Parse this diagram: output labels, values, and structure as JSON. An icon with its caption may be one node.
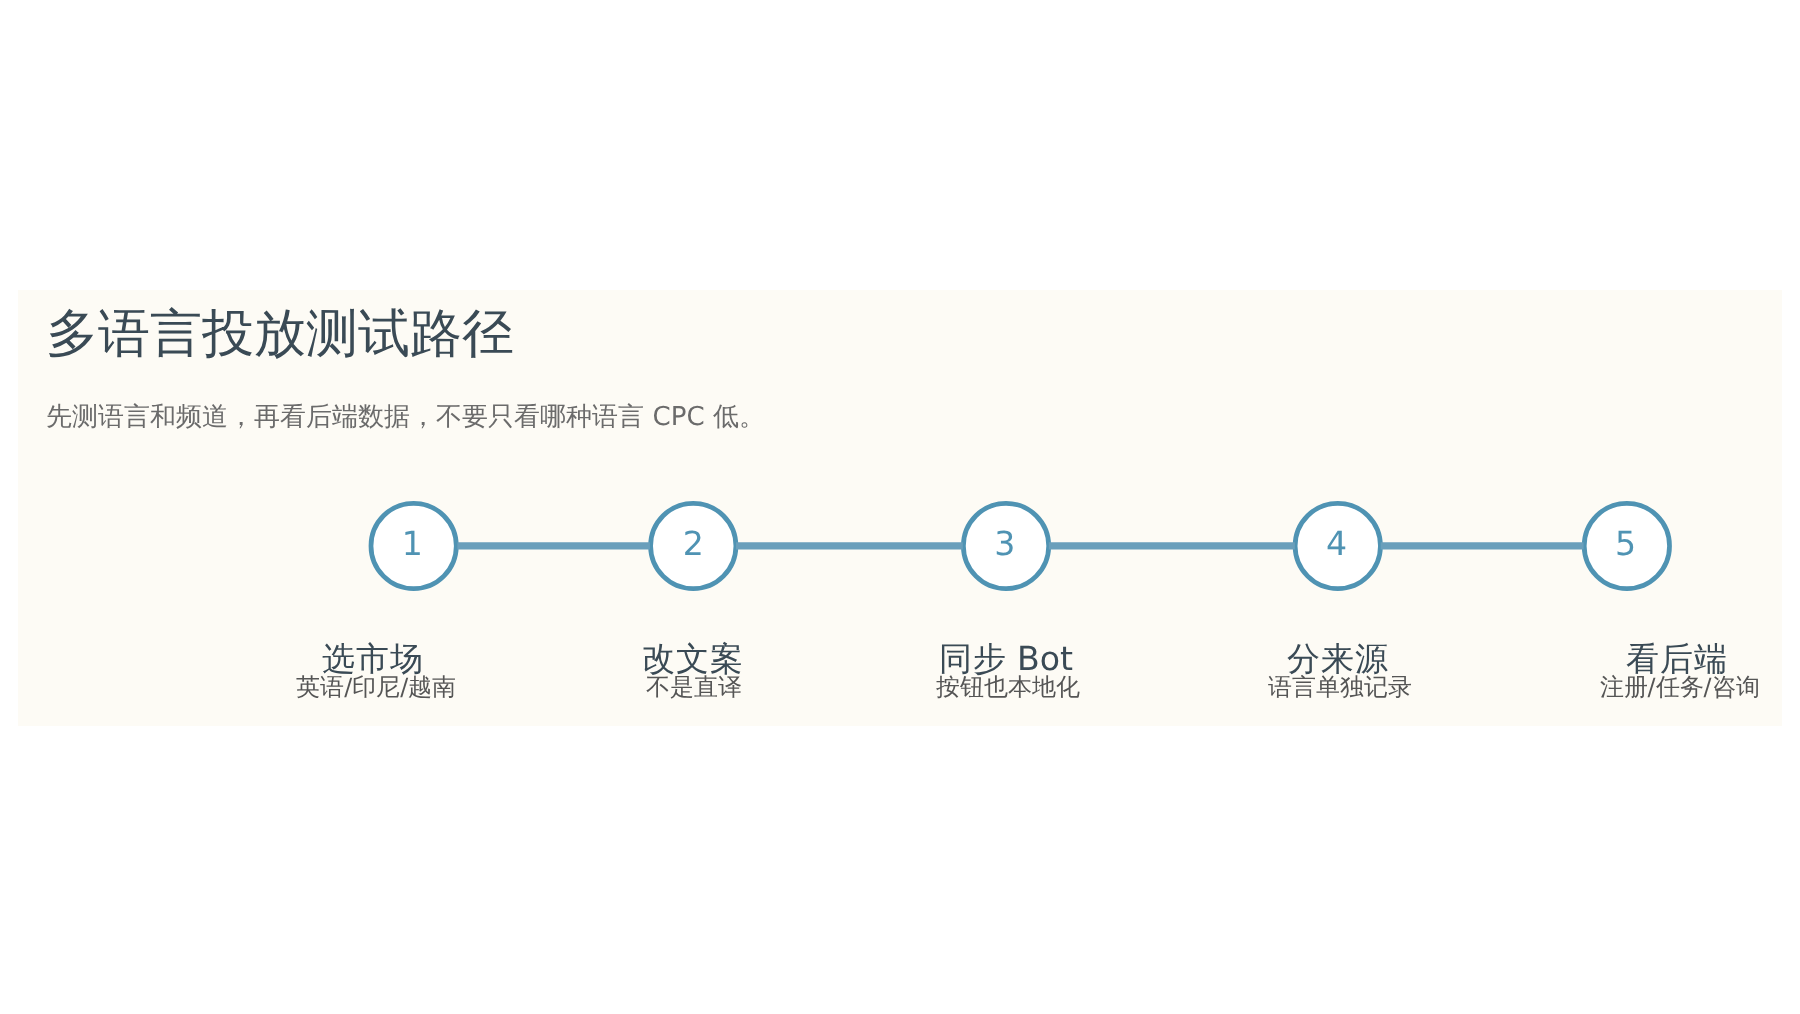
{
  "diagram": {
    "title": "多语言投放测试路径",
    "nodes": [
      {
        "text": [
          "1"
        ],
        "beside": [
          "选市场",
          "英语/印尼/越南"
        ]
      },
      {
        "text": [
          "2"
        ],
        "beside": [
          "改文案",
          "不是直译"
        ]
      },
      {
        "text": [
          "3"
        ],
        "beside": [
          "同步 Bot",
          "按钮也本地化"
        ]
      },
      {
        "text": [
          "4"
        ],
        "beside": [
          "分来源",
          "语言单独记录"
        ]
      },
      {
        "text": [
          "5"
        ],
        "beside": [
          "看后端",
          "注册/任务/咨询"
        ]
      }
    ],
    "edges": [
      {
        "from": 0,
        "to": 1,
        "arrow": "none"
      },
      {
        "from": 1,
        "to": 2,
        "arrow": "none"
      },
      {
        "from": 2,
        "to": 3,
        "arrow": "none"
      },
      {
        "from": 3,
        "to": 4,
        "arrow": "none"
      }
    ],
    "labels": [
      "先测语言和频道，再看后端数据，不要只看哪种语言 CPC 低。"
    ]
  }
}
